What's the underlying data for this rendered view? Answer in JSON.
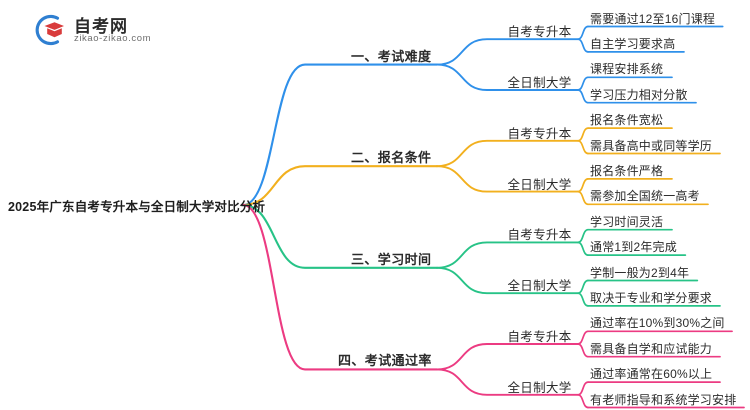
{
  "watermark": {
    "name": "自考网",
    "url": "zikao-zikao.com",
    "mark_icon": "graduation-cap-logo-icon",
    "arc_color": "#2f7fd1",
    "cap_color": "#d93b3b"
  },
  "root": {
    "label": "2025年广东自考专升本与全日制大学对比分析"
  },
  "colors": {
    "branch1": "#2f90ea",
    "branch2": "#f2b01e",
    "branch3": "#27c387",
    "branch4": "#ec3b82"
  },
  "branches": [
    {
      "label": "一、考试难度",
      "color": "#2f90ea",
      "children": [
        {
          "label": "自考专升本",
          "leaves": [
            "需要通过12至16门课程",
            "自主学习要求高"
          ]
        },
        {
          "label": "全日制大学",
          "leaves": [
            "课程安排系统",
            "学习压力相对分散"
          ]
        }
      ]
    },
    {
      "label": "二、报名条件",
      "color": "#f2b01e",
      "children": [
        {
          "label": "自考专升本",
          "leaves": [
            "报名条件宽松",
            "需具备高中或同等学历"
          ]
        },
        {
          "label": "全日制大学",
          "leaves": [
            "报名条件严格",
            "需参加全国统一高考"
          ]
        }
      ]
    },
    {
      "label": "三、学习时间",
      "color": "#27c387",
      "children": [
        {
          "label": "自考专升本",
          "leaves": [
            "学习时间灵活",
            "通常1到2年完成"
          ]
        },
        {
          "label": "全日制大学",
          "leaves": [
            "学制一般为2到4年",
            "取决于专业和学分要求"
          ]
        }
      ]
    },
    {
      "label": "四、考试通过率",
      "color": "#ec3b82",
      "children": [
        {
          "label": "自考专升本",
          "leaves": [
            "通过率在10%到30%之间",
            "需具备自学和应试能力"
          ]
        },
        {
          "label": "全日制大学",
          "leaves": [
            "通过率通常在60%以上",
            "有老师指导和系统学习安排"
          ]
        }
      ]
    }
  ]
}
